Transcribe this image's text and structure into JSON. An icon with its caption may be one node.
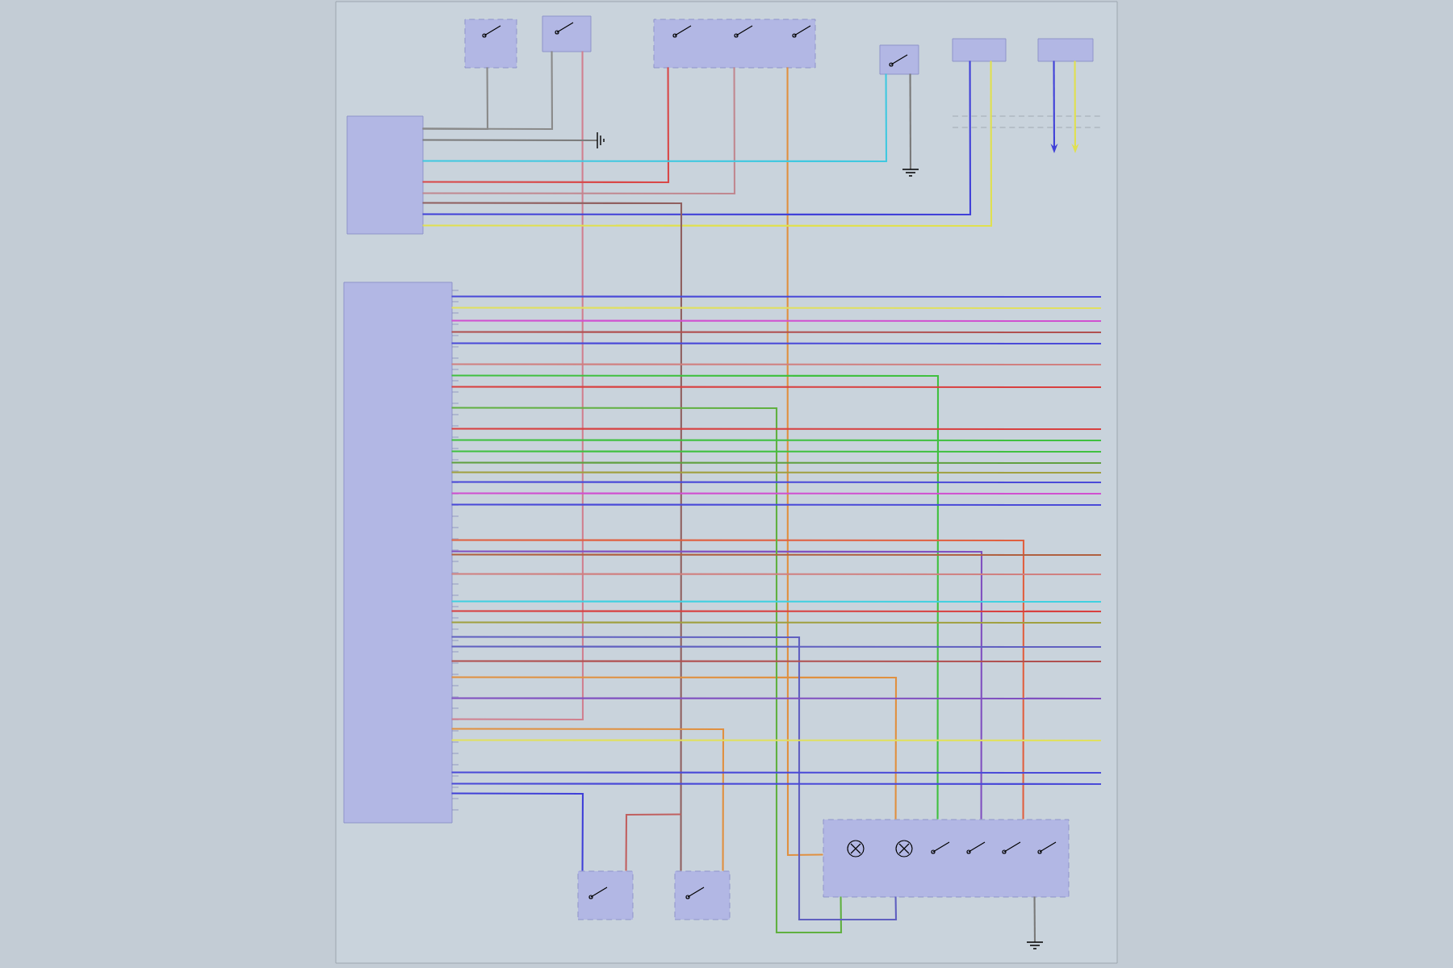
{
  "diagram": {
    "nodes": [
      {
        "text": [],
        "shape": "box"
      },
      {
        "text": [],
        "shape": "box"
      },
      {
        "text": [],
        "shape": "box"
      },
      {
        "text": [],
        "shape": "box"
      },
      {
        "text": [],
        "shape": "box"
      },
      {
        "text": [],
        "shape": "box"
      },
      {
        "text": [],
        "shape": "box"
      },
      {
        "text": [],
        "shape": "box"
      },
      {
        "text": [],
        "shape": "box"
      },
      {
        "text": [],
        "shape": "box"
      },
      {
        "text": [],
        "shape": "box"
      }
    ],
    "edges": [
      {
        "from": 2,
        "to": 0,
        "arrow": "none",
        "color": "#8a8a8a"
      },
      {
        "from": 3,
        "to": 0,
        "arrow": "none",
        "color": "#8a8a8a"
      },
      {
        "from": 3,
        "to": 1,
        "arrow": "none",
        "color": "#d08090"
      },
      {
        "from": 4,
        "to": 0,
        "arrow": "none",
        "color": "#d84848"
      },
      {
        "from": 4,
        "to": 0,
        "arrow": "none",
        "color": "#c08890"
      },
      {
        "from": 4,
        "to": 10,
        "arrow": "none",
        "color": "#e09040"
      },
      {
        "from": 5,
        "to": 0,
        "arrow": "none",
        "color": "#40c8e0"
      },
      {
        "from": 6,
        "to": 0,
        "arrow": "none",
        "color": "#4040d8"
      },
      {
        "from": 6,
        "to": 0,
        "arrow": "none",
        "color": "#e0e050"
      },
      {
        "from": 0,
        "to": 9,
        "arrow": "none",
        "color": "#906060"
      },
      {
        "from": 0,
        "to": null,
        "arrow": "none",
        "color": "#7a7a7a"
      },
      {
        "from": 5,
        "to": null,
        "arrow": "none",
        "color": "#7a7a7a"
      },
      {
        "from": 7,
        "to": null,
        "arrow": "to",
        "color": "#4040d8"
      },
      {
        "from": 7,
        "to": null,
        "arrow": "to",
        "color": "#e0e050"
      },
      {
        "from": 8,
        "to": 1,
        "arrow": "none",
        "color": "#4040d8"
      },
      {
        "from": 8,
        "to": 9,
        "arrow": "none",
        "color": "#c06060"
      },
      {
        "from": 9,
        "to": 1,
        "arrow": "none",
        "color": "#e09040"
      },
      {
        "from": 1,
        "to": 10,
        "arrow": "none",
        "color": "#e09040"
      },
      {
        "from": 1,
        "to": 10,
        "arrow": "none",
        "color": "#40c040"
      },
      {
        "from": 1,
        "to": 10,
        "arrow": "none",
        "color": "#8050c0"
      },
      {
        "from": 1,
        "to": 10,
        "arrow": "none",
        "color": "#e06040"
      },
      {
        "from": 10,
        "to": 1,
        "arrow": "none",
        "color": "#60b040"
      },
      {
        "from": 10,
        "to": 1,
        "arrow": "none",
        "color": "#6060c0"
      },
      {
        "from": 10,
        "to": null,
        "arrow": "none",
        "color": "#7a7a7a"
      },
      {
        "from": 1,
        "to": null,
        "arrow": "none",
        "color": "#4a4ad8"
      },
      {
        "from": 1,
        "to": null,
        "arrow": "none",
        "color": "#e0e060"
      },
      {
        "from": 1,
        "to": null,
        "arrow": "none",
        "color": "#d050d0"
      },
      {
        "from": 1,
        "to": null,
        "arrow": "none",
        "color": "#b05050"
      },
      {
        "from": 1,
        "to": null,
        "arrow": "none",
        "color": "#4a4ad8"
      },
      {
        "from": 1,
        "to": null,
        "arrow": "none",
        "color": "#d08080"
      },
      {
        "from": 1,
        "to": null,
        "arrow": "none",
        "color": "#d84040"
      },
      {
        "from": 1,
        "to": null,
        "arrow": "none",
        "color": "#d84040"
      },
      {
        "from": 1,
        "to": null,
        "arrow": "none",
        "color": "#40c040"
      },
      {
        "from": 1,
        "to": null,
        "arrow": "none",
        "color": "#40c040"
      },
      {
        "from": 1,
        "to": null,
        "arrow": "none",
        "color": "#60a040"
      },
      {
        "from": 1,
        "to": null,
        "arrow": "none",
        "color": "#a0a040"
      },
      {
        "from": 1,
        "to": null,
        "arrow": "none",
        "color": "#4a4ad8"
      },
      {
        "from": 1,
        "to": null,
        "arrow": "none",
        "color": "#d050d0"
      },
      {
        "from": 1,
        "to": null,
        "arrow": "none",
        "color": "#4a4ad8"
      },
      {
        "from": 1,
        "to": null,
        "arrow": "none",
        "color": "#b06040"
      },
      {
        "from": 1,
        "to": null,
        "arrow": "none",
        "color": "#d08080"
      },
      {
        "from": 1,
        "to": null,
        "arrow": "none",
        "color": "#40d0e0"
      },
      {
        "from": 1,
        "to": null,
        "arrow": "none",
        "color": "#d84040"
      },
      {
        "from": 1,
        "to": null,
        "arrow": "none",
        "color": "#a0a040"
      },
      {
        "from": 1,
        "to": null,
        "arrow": "none",
        "color": "#6060c0"
      },
      {
        "from": 1,
        "to": null,
        "arrow": "none",
        "color": "#b05050"
      },
      {
        "from": 1,
        "to": null,
        "arrow": "none",
        "color": "#8050c0"
      },
      {
        "from": 1,
        "to": null,
        "arrow": "none",
        "color": "#e0e060"
      },
      {
        "from": 1,
        "to": null,
        "arrow": "none",
        "color": "#4a4ad8"
      },
      {
        "from": 1,
        "to": null,
        "arrow": "none",
        "color": "#4a4ad8"
      }
    ]
  }
}
